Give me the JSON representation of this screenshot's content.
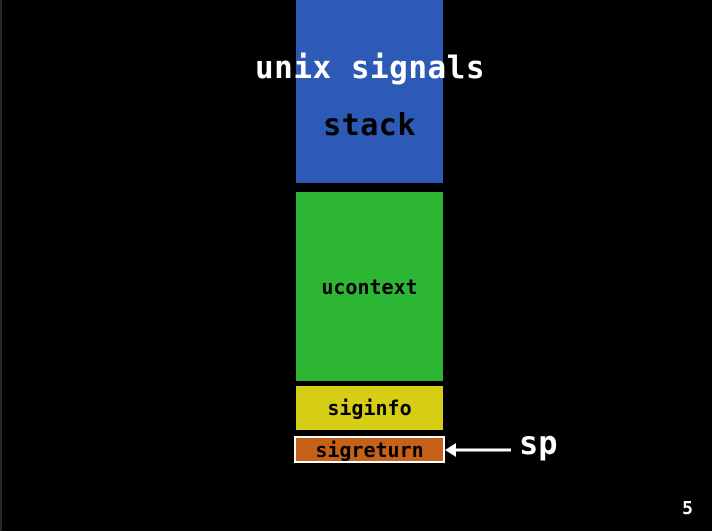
{
  "slide": {
    "title": "unix signals",
    "page_number": "5"
  },
  "stack_diagram": {
    "blocks": [
      {
        "label": "stack",
        "color": "#2d5ab7"
      },
      {
        "label": "ucontext",
        "color": "#2db634"
      },
      {
        "label": "siginfo",
        "color": "#d6cd15"
      },
      {
        "label": "sigreturn",
        "color": "#c6611a"
      }
    ],
    "pointer_label": "sp",
    "pointer_icon": "left-arrow-icon"
  }
}
